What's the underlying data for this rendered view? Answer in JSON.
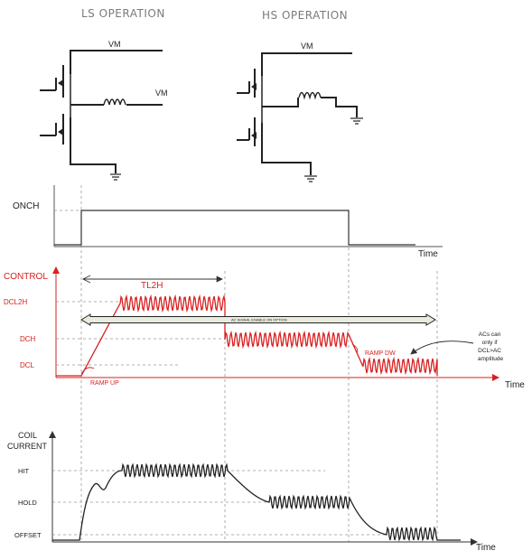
{
  "schematics": {
    "ls_title": "LS OPERATION",
    "hs_title": "HS OPERATION",
    "ls_vm_top": "VM",
    "ls_vm_right": "VM",
    "hs_vm_top": "VM"
  },
  "onch": {
    "label": "ONCH",
    "time": "Time"
  },
  "control": {
    "title": "CONTROL",
    "levels": [
      "DCL2H",
      "DCH",
      "DCL"
    ],
    "tl2h": "TL2H",
    "ramp_up": "RAMP UP",
    "ramp_dw": "RAMP DW",
    "note": "ACs can only if DCL>AC amplitude",
    "arrow_text": "AC SIGNAL ENABLE ON OPTION",
    "time": "Time",
    "color": "#d92020"
  },
  "coil": {
    "title_line1": "COIL",
    "title_line2": "CURRENT",
    "levels": [
      "HIT",
      "HOLD",
      "OFFSET"
    ],
    "time": "Time"
  }
}
